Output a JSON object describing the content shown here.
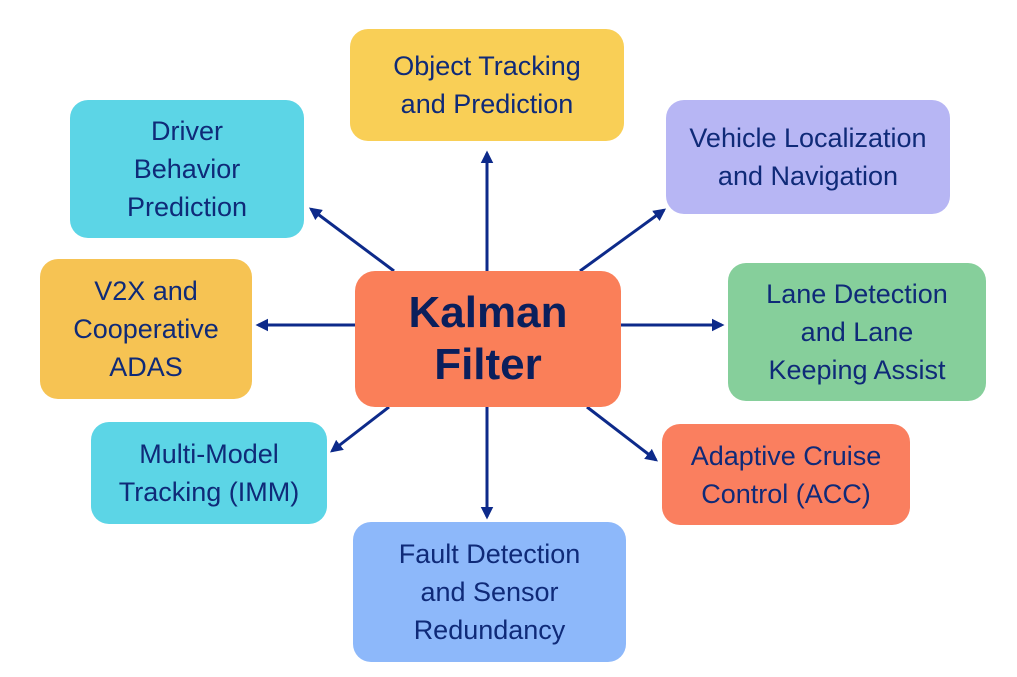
{
  "diagram": {
    "type": "hub-and-spoke",
    "center": {
      "label": "Kalman Filter",
      "lines": [
        "Kalman",
        "Filter"
      ],
      "color": "#fa7f59"
    },
    "arrow_color": "#0d2a8a",
    "text_color": "#0f2a78",
    "nodes": [
      {
        "id": "object-tracking",
        "lines": [
          "Object Tracking",
          "and Prediction"
        ],
        "color": "#f9cf56",
        "direction": "up"
      },
      {
        "id": "vehicle-localization",
        "lines": [
          "Vehicle Localization",
          "and Navigation"
        ],
        "color": "#b7b6f4",
        "direction": "up-right"
      },
      {
        "id": "lane-detection",
        "lines": [
          "Lane Detection",
          "and Lane",
          "Keeping Assist"
        ],
        "color": "#86cf9b",
        "direction": "right"
      },
      {
        "id": "adaptive-cruise",
        "lines": [
          "Adaptive Cruise",
          "Control (ACC)"
        ],
        "color": "#fa7f5f",
        "direction": "down-right"
      },
      {
        "id": "fault-detection",
        "lines": [
          "Fault Detection",
          "and Sensor",
          "Redundancy"
        ],
        "color": "#8db8fa",
        "direction": "down"
      },
      {
        "id": "multi-model",
        "lines": [
          "Multi-Model",
          "Tracking (IMM)"
        ],
        "color": "#5cd5e6",
        "direction": "down-left"
      },
      {
        "id": "v2x",
        "lines": [
          "V2X and",
          "Cooperative",
          "ADAS"
        ],
        "color": "#f6c353",
        "direction": "left"
      },
      {
        "id": "driver-behavior",
        "lines": [
          "Driver",
          "Behavior",
          "Prediction"
        ],
        "color": "#5cd5e6",
        "direction": "up-left"
      }
    ]
  }
}
